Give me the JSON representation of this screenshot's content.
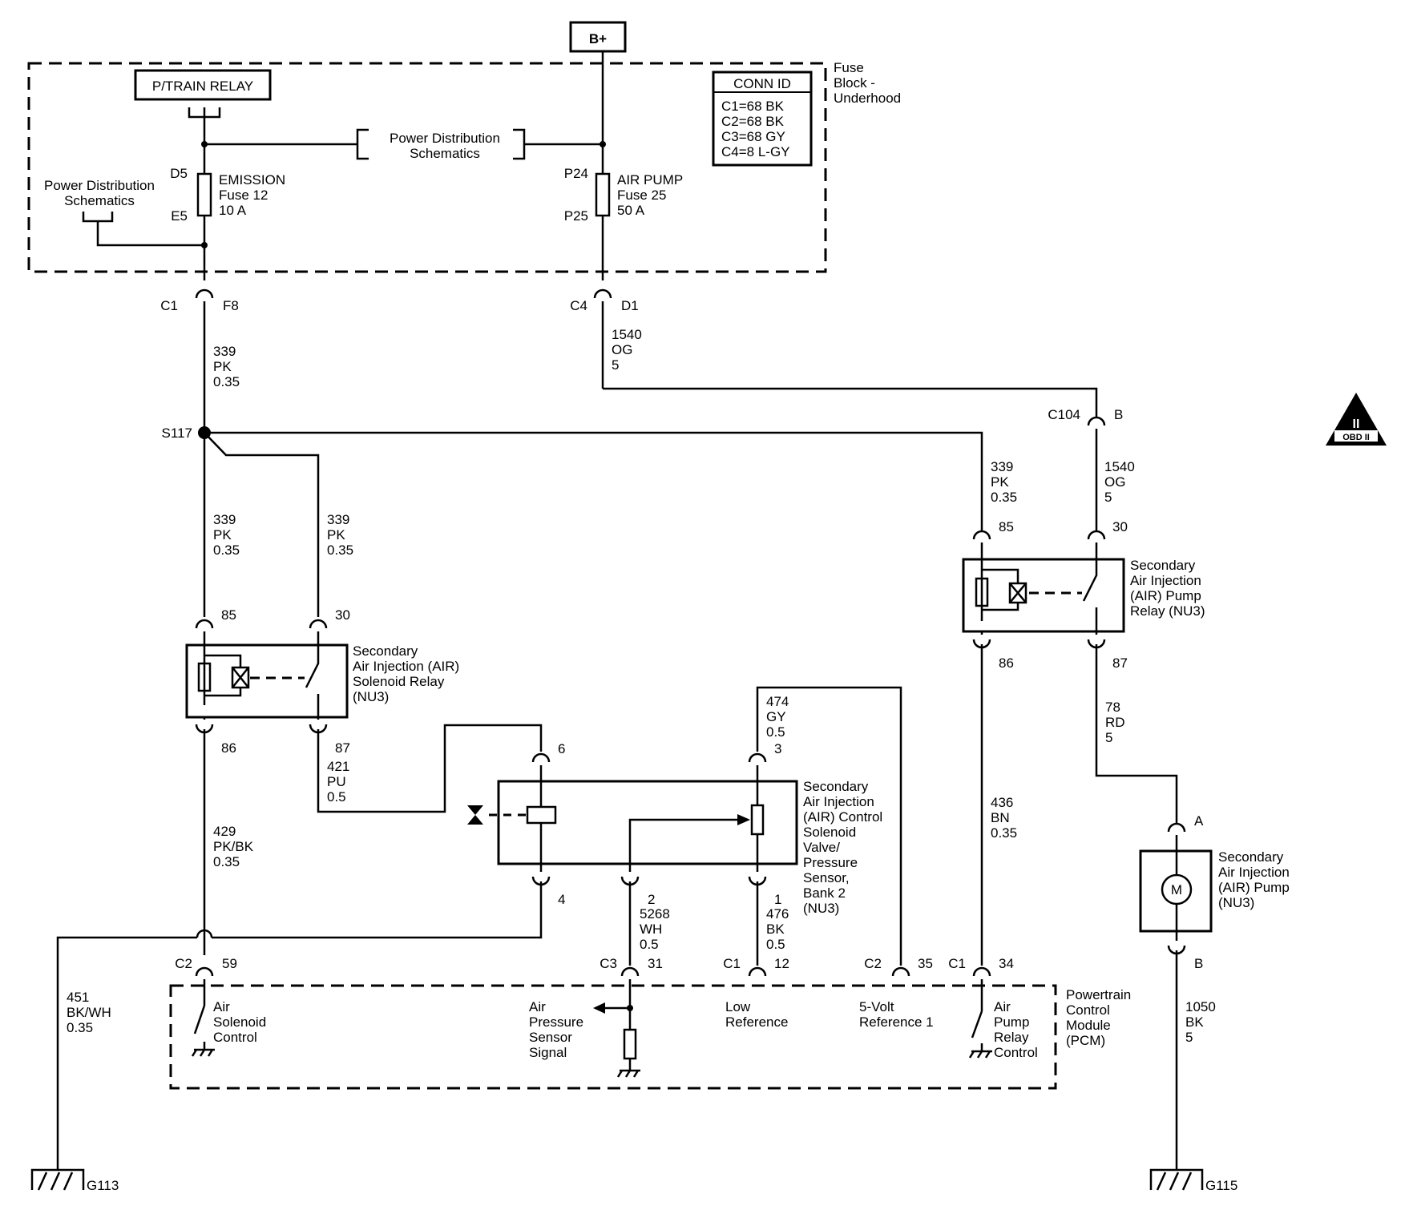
{
  "blocks": {
    "b_plus": "B+",
    "ptrain_relay": "P/TRAIN RELAY",
    "power_dist_mid": [
      "Power Distribution",
      "Schematics"
    ],
    "power_dist_left": [
      "Power Distribution",
      "Schematics"
    ],
    "fuse_block": [
      "Fuse",
      "Block -",
      "Underhood"
    ],
    "conn_id_title": "CONN ID",
    "conn_id_lines": [
      "C1=68 BK",
      "C2=68 BK",
      "C3=68 GY",
      "C4=8 L-GY"
    ]
  },
  "fuses": {
    "emission": [
      "EMISSION",
      "Fuse 12",
      "10 A"
    ],
    "emission_in": "D5",
    "emission_out": "E5",
    "air_pump": [
      "AIR PUMP",
      "Fuse 25",
      "50 A"
    ],
    "air_pump_in": "P24",
    "air_pump_out": "P25"
  },
  "connectors": {
    "c1_f8": [
      "C1",
      "F8"
    ],
    "c4_d1": [
      "C4",
      "D1"
    ],
    "c104_b": [
      "C104",
      "B"
    ],
    "splice": "S117",
    "c2_59": [
      "C2",
      "59"
    ],
    "c3_31": [
      "C3",
      "31"
    ],
    "c1_12": [
      "C1",
      "12"
    ],
    "c2_35": [
      "C2",
      "35"
    ],
    "c1_34": [
      "C1",
      "34"
    ]
  },
  "wires": {
    "w339_a": [
      "339",
      "PK",
      "0.35"
    ],
    "w1540_a": [
      "1540",
      "OG",
      "5"
    ],
    "w339_b": [
      "339",
      "PK",
      "0.35"
    ],
    "w339_c": [
      "339",
      "PK",
      "0.35"
    ],
    "w339_d": [
      "339",
      "PK",
      "0.35"
    ],
    "w1540_b": [
      "1540",
      "OG",
      "5"
    ],
    "w421": [
      "421",
      "PU",
      "0.5"
    ],
    "w429": [
      "429",
      "PK/BK",
      "0.35"
    ],
    "w474": [
      "474",
      "GY",
      "0.5"
    ],
    "w5268": [
      "5268",
      "WH",
      "0.5"
    ],
    "w476": [
      "476",
      "BK",
      "0.5"
    ],
    "w436": [
      "436",
      "BN",
      "0.35"
    ],
    "w78": [
      "78",
      "RD",
      "5"
    ],
    "w1050": [
      "1050",
      "BK",
      "5"
    ],
    "w451": [
      "451",
      "BK/WH",
      "0.35"
    ]
  },
  "pins": {
    "sr85": "85",
    "sr30": "30",
    "sr86": "86",
    "sr87": "87",
    "pr85": "85",
    "pr30": "30",
    "pr86": "86",
    "pr87": "87",
    "v6": "6",
    "v4": "4",
    "v3": "3",
    "v2": "2",
    "v1": "1",
    "pumpA": "A",
    "pumpB": "B"
  },
  "components": {
    "solenoid_relay": [
      "Secondary",
      "Air Injection (AIR)",
      "Solenoid Relay",
      "(NU3)"
    ],
    "pump_relay": [
      "Secondary",
      "Air Injection",
      "(AIR) Pump",
      "Relay (NU3)"
    ],
    "control_valve": [
      "Secondary",
      "Air Injection",
      "(AIR) Control",
      "Solenoid",
      "Valve/",
      "Pressure",
      "Sensor,",
      "Bank 2",
      "(NU3)"
    ],
    "air_pump": [
      "Secondary",
      "Air Injection",
      "(AIR) Pump",
      "(NU3)"
    ],
    "motor_symbol": "M",
    "pcm": [
      "Powertrain",
      "Control",
      "Module",
      "(PCM)"
    ]
  },
  "pcm_circuits": {
    "air_solenoid": [
      "Air",
      "Solenoid",
      "Control"
    ],
    "air_pressure": [
      "Air",
      "Pressure",
      "Sensor",
      "Signal"
    ],
    "low_ref": [
      "Low",
      "Reference"
    ],
    "five_volt": [
      "5-Volt",
      "Reference 1"
    ],
    "air_pump_relay": [
      "Air",
      "Pump",
      "Relay",
      "Control"
    ]
  },
  "grounds": {
    "g113": "G113",
    "g115": "G115"
  },
  "badge": {
    "numeral": "II",
    "label": "OBD II"
  }
}
